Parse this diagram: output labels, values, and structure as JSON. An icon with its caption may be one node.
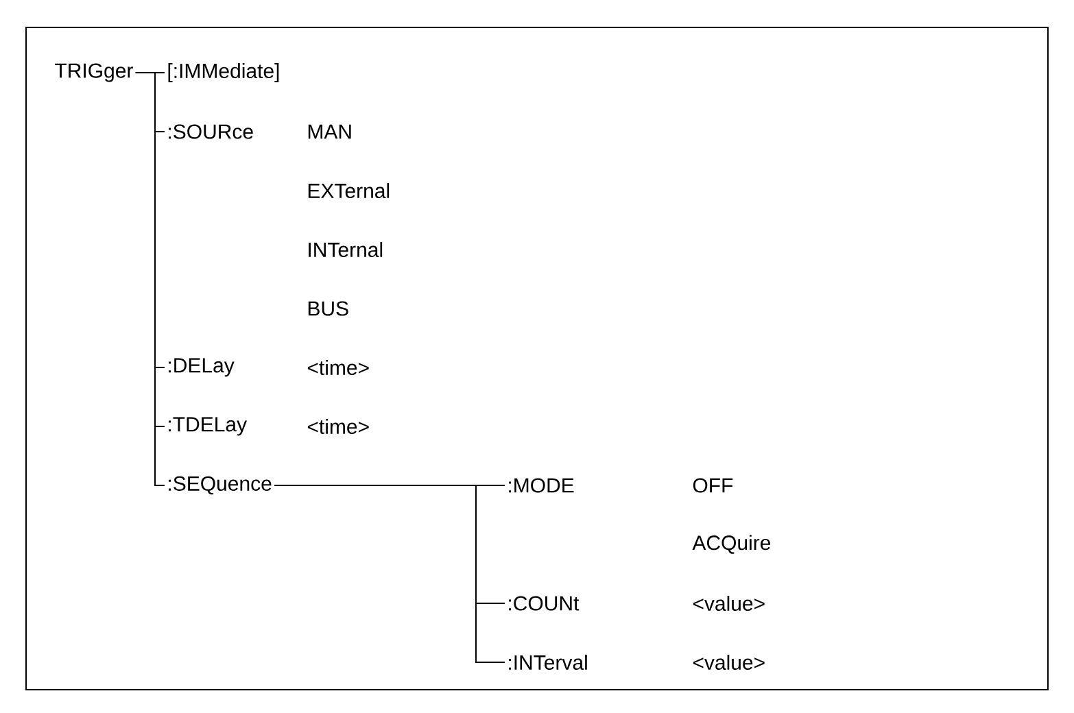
{
  "diagram": {
    "nodes": [
      {
        "text": [
          "TRIGger"
        ]
      },
      {
        "text": [
          "[:IMMediate]"
        ]
      },
      {
        "text": [
          ":SOURce"
        ]
      },
      {
        "text": [
          ":DELay"
        ]
      },
      {
        "text": [
          ":TDELay"
        ]
      },
      {
        "text": [
          ":SEQuence"
        ]
      },
      {
        "text": [
          ":MODE"
        ]
      },
      {
        "text": [
          ":COUNt"
        ]
      },
      {
        "text": [
          ":INTerval"
        ]
      }
    ],
    "edges": [
      {
        "from": 0,
        "to": 1,
        "arrow": "none"
      },
      {
        "from": 0,
        "to": 2,
        "arrow": "none"
      },
      {
        "from": 0,
        "to": 3,
        "arrow": "none"
      },
      {
        "from": 0,
        "to": 4,
        "arrow": "none"
      },
      {
        "from": 0,
        "to": 5,
        "arrow": "none"
      },
      {
        "from": 5,
        "to": 6,
        "arrow": "none"
      },
      {
        "from": 5,
        "to": 7,
        "arrow": "none"
      },
      {
        "from": 5,
        "to": 8,
        "arrow": "none"
      }
    ],
    "labels": [
      "MAN",
      "EXTernal",
      "INTernal",
      "BUS",
      "<time>",
      "<time>",
      "OFF",
      "ACQuire",
      "<value>",
      "<value>"
    ]
  }
}
